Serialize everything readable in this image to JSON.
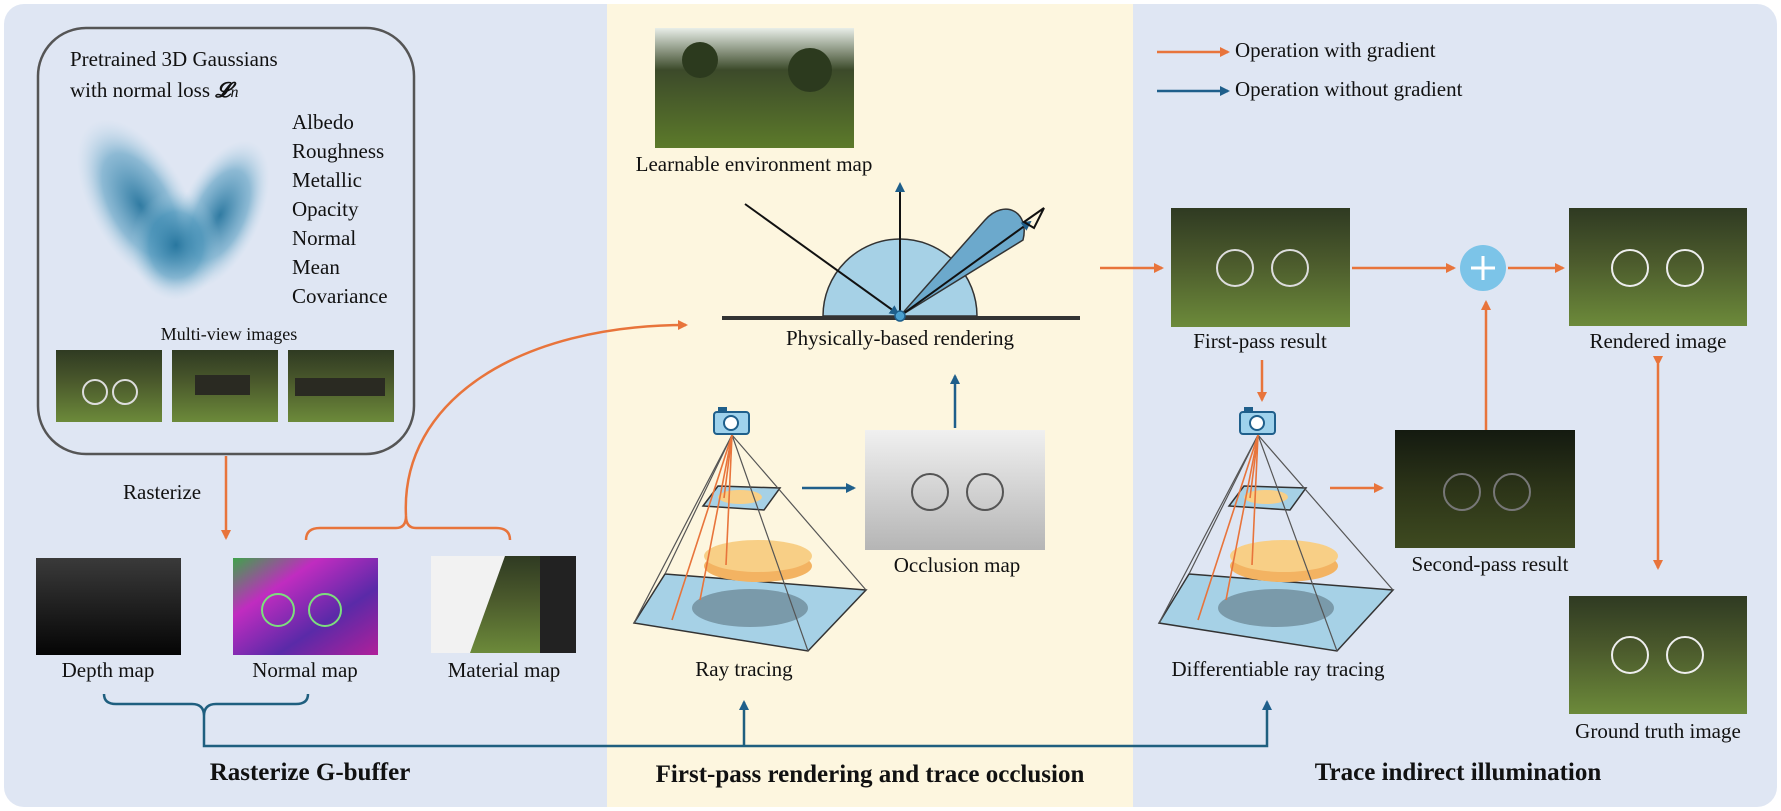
{
  "colors": {
    "left_panel_bg": "#dfe6f3",
    "middle_panel_bg": "#fdf6df",
    "right_panel_bg": "#dfe6f3",
    "gradient_arrow": "#e8743b",
    "no_gradient_arrow": "#1f5f8b",
    "bracket": "#1f5f7f",
    "plus_node": "#7cc4e8"
  },
  "legend": {
    "with_gradient": "Operation with gradient",
    "without_gradient": "Operation without gradient"
  },
  "gaussians": {
    "title_line1": "Pretrained 3D Gaussians",
    "title_line2": "with normal loss",
    "loss_symbol": "𝓛",
    "loss_sub": "n",
    "attributes": [
      "Albedo",
      "Roughness",
      "Metallic",
      "Opacity",
      "Normal",
      "Mean",
      "Covariance"
    ],
    "multiview_label": "Multi-view images"
  },
  "labels": {
    "rasterize": "Rasterize",
    "depth_map": "Depth map",
    "normal_map": "Normal map",
    "material_map": "Material map",
    "env_map": "Learnable environment map",
    "pbr": "Physically-based rendering",
    "ray_tracing": "Ray tracing",
    "occlusion_map": "Occlusion map",
    "first_pass": "First-pass result",
    "second_pass": "Second-pass result",
    "diff_ray_tracing": "Differentiable ray tracing",
    "rendered_image": "Rendered image",
    "ground_truth": "Ground truth image"
  },
  "sections": {
    "left": "Rasterize G-buffer",
    "middle": "First-pass rendering and trace occlusion",
    "right": "Trace indirect illumination"
  },
  "icons": [
    "camera-icon",
    "plus-icon",
    "eye-icon"
  ]
}
